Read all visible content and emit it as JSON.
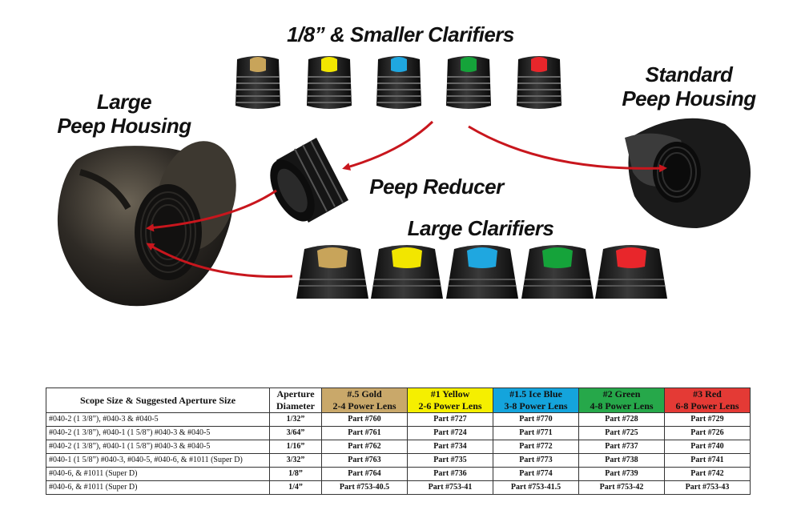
{
  "titles": {
    "small_clarifiers": "1/8” & Smaller Clarifiers",
    "large_peep": [
      "Large",
      "Peep Housing"
    ],
    "standard_peep": [
      "Standard",
      "Peep Housing"
    ],
    "reducer": "Peep Reducer",
    "large_clarifiers": "Large Clarifiers"
  },
  "colors": {
    "gold": "#c8a45a",
    "yellow": "#f2e600",
    "ice_blue": "#1fa7e0",
    "green": "#15a33a",
    "red": "#e8262b",
    "hdr_gold": "#c9a86a",
    "hdr_yellow": "#f5ef00",
    "hdr_blue": "#14a4dc",
    "hdr_green": "#26a84a",
    "hdr_red": "#e43a35",
    "arrow": "#c8161d"
  },
  "table": {
    "col1": "Scope Size & Suggested Aperture Size",
    "col2": [
      "Aperture",
      "Diameter"
    ],
    "lenses": [
      {
        "name": "#.5 Gold",
        "power": "2-4 Power Lens",
        "color": "#c9a86a"
      },
      {
        "name": "#1 Yellow",
        "power": "2-6 Power Lens",
        "color": "#f5ef00"
      },
      {
        "name": "#1.5 Ice Blue",
        "power": "3-8 Power Lens",
        "color": "#14a4dc"
      },
      {
        "name": "#2 Green",
        "power": "4-8 Power Lens",
        "color": "#26a84a"
      },
      {
        "name": "#3 Red",
        "power": "6-8 Power Lens",
        "color": "#e43a35"
      }
    ],
    "rows": [
      {
        "size": "#040-2 (1 3/8”), #040-3 & #040-5",
        "dia": "1/32”",
        "parts": [
          "Part #760",
          "Part #727",
          "Part #770",
          "Part #728",
          "Part #729"
        ]
      },
      {
        "size": "#040-2 (1 3/8”),  #040-1 (1 5/8”) #040-3 & #040-5",
        "dia": "3/64”",
        "parts": [
          "Part #761",
          "Part #724",
          "Part #771",
          "Part #725",
          "Part #726"
        ]
      },
      {
        "size": "#040-2 (1 3/8”),  #040-1 (1 5/8”) #040-3 & #040-5",
        "dia": "1/16”",
        "parts": [
          "Part #762",
          "Part #734",
          "Part #772",
          "Part #737",
          "Part #740"
        ]
      },
      {
        "size": "#040-1 (1 5/8”) #040-3, #040-5, #040-6, & #1011 (Super D)",
        "dia": "3/32”",
        "parts": [
          "Part #763",
          "Part #735",
          "Part #773",
          "Part #738",
          "Part #741"
        ]
      },
      {
        "size": "#040-6, & #1011 (Super D)",
        "dia": "1/8”",
        "parts": [
          "Part #764",
          "Part #736",
          "Part #774",
          "Part #739",
          "Part #742"
        ]
      },
      {
        "size": "#040-6, & #1011 (Super D)",
        "dia": "1/4”",
        "parts": [
          "Part #753-40.5",
          "Part #753-41",
          "Part #753-41.5",
          "Part #753-42",
          "Part #753-43"
        ]
      }
    ]
  }
}
